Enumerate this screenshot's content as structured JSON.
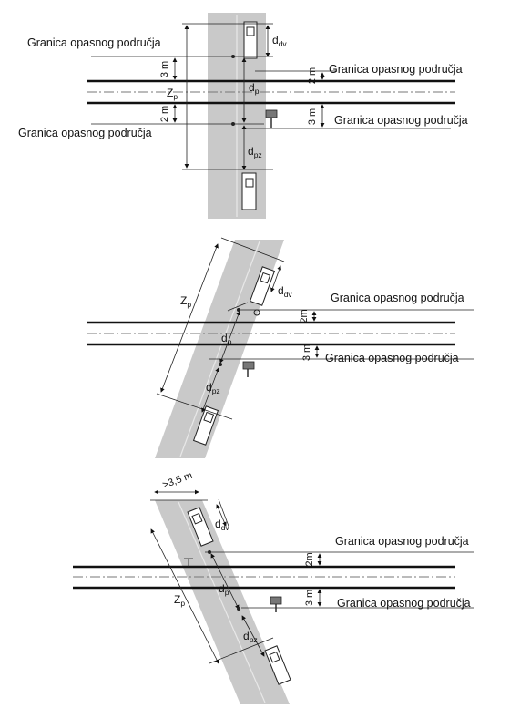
{
  "labels": {
    "danger_zone_boundary": "Granica opasnog područja"
  },
  "symbols": {
    "z_p": {
      "base": "Z",
      "sub": "p"
    },
    "d_p": {
      "base": "d",
      "sub": "p"
    },
    "d_dv": {
      "base": "d",
      "sub": "dv"
    },
    "d_pz": {
      "base": "d",
      "sub": "pz"
    }
  },
  "dimensions": {
    "two_m": "2 m",
    "three_m": "3 m",
    "two_m_compact": "2m",
    "road_width_min": ">3,5 m"
  },
  "colors": {
    "road_surface": "#c9c9c9",
    "rail": "#111111",
    "track_axis": "#777777"
  }
}
